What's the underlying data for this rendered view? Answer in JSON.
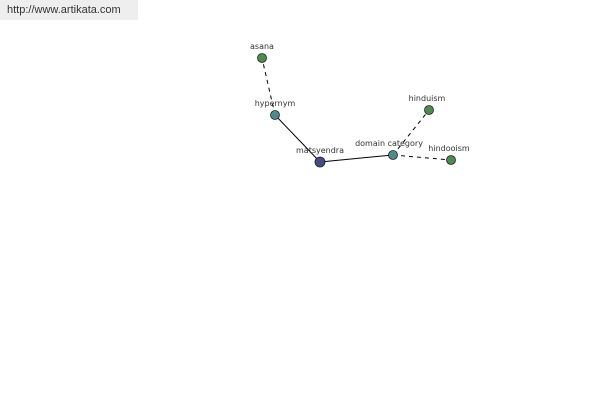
{
  "watermark": {
    "url": "http://www.artikata.com"
  },
  "colors": {
    "center_node": "#4a4a88",
    "relation_node": "#4d8a8a",
    "leaf_node": "#4e8a4e"
  },
  "graph": {
    "nodes": [
      {
        "id": "matsyendra",
        "label": "matsyendra",
        "kind": "center"
      },
      {
        "id": "hypernym",
        "label": "hypernym",
        "kind": "relation"
      },
      {
        "id": "asana",
        "label": "asana",
        "kind": "leaf"
      },
      {
        "id": "domain-category",
        "label": "domain category",
        "kind": "relation"
      },
      {
        "id": "hinduism",
        "label": "hinduism",
        "kind": "leaf"
      },
      {
        "id": "hindooism",
        "label": "hindooism",
        "kind": "leaf"
      }
    ],
    "edges": [
      {
        "from": "matsyendra",
        "to": "hypernym",
        "style": "solid"
      },
      {
        "from": "hypernym",
        "to": "asana",
        "style": "dashed"
      },
      {
        "from": "matsyendra",
        "to": "domain-category",
        "style": "solid"
      },
      {
        "from": "domain-category",
        "to": "hinduism",
        "style": "dashed"
      },
      {
        "from": "domain-category",
        "to": "hindooism",
        "style": "dashed"
      }
    ]
  }
}
